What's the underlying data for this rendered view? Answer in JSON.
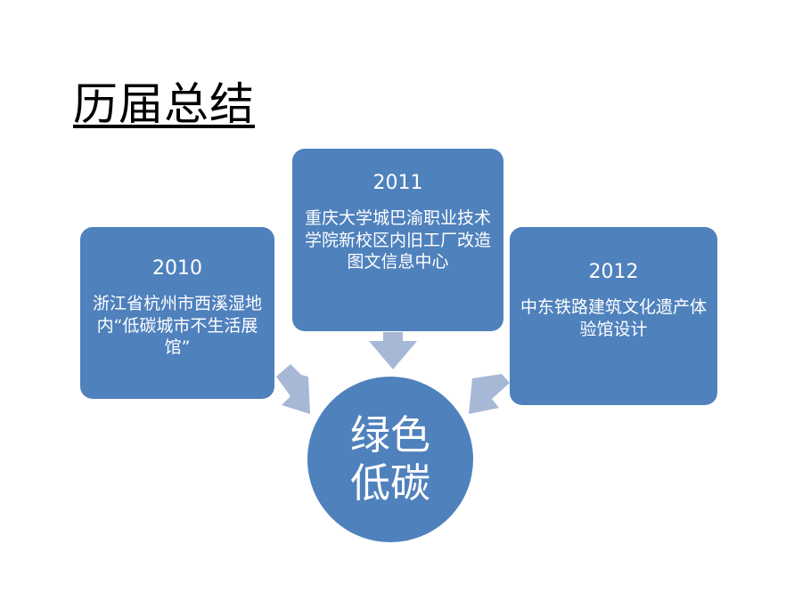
{
  "title": "历届总结",
  "center": {
    "label": "绿色低碳"
  },
  "boxes": [
    {
      "year": "2010",
      "desc": "浙江省杭州市西溪湿地内“低碳城市不生活展馆”"
    },
    {
      "year": "2011",
      "desc": "重庆大学城巴渝职业技术学院新校区内旧工厂改造图文信息中心"
    },
    {
      "year": "2012",
      "desc": "中东铁路建筑文化遗产体验馆设计"
    }
  ],
  "colors": {
    "box": "#4f81bd",
    "arrow": "#a7b8d6",
    "text_on_box": "#ffffff"
  }
}
